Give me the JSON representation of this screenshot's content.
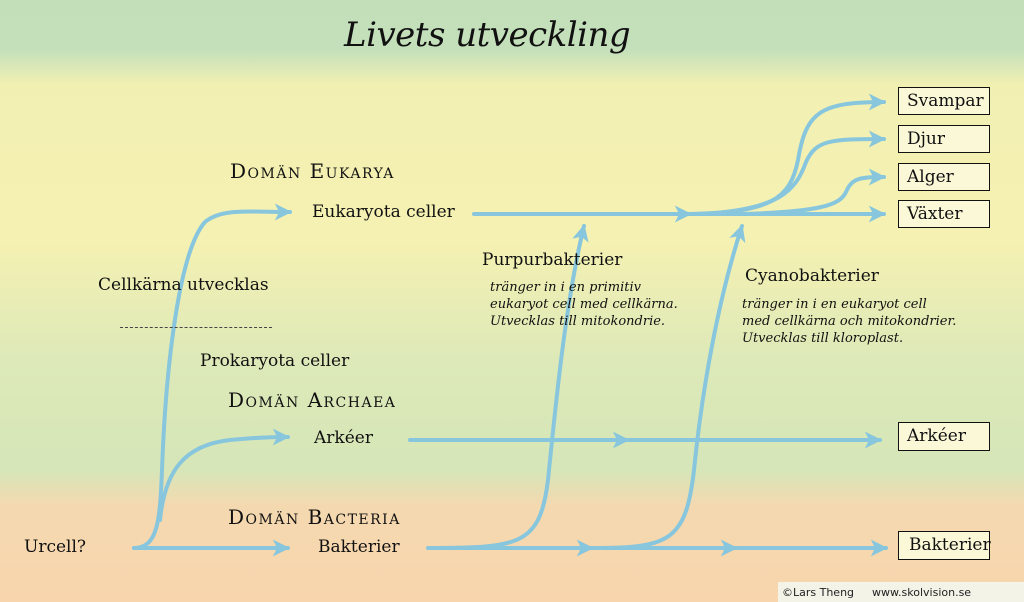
{
  "title": "Livets utveckling",
  "domains": {
    "eukarya": "Domän Eukarya",
    "archaea": "Domän Archaea",
    "bacteria": "Domän Bacteria"
  },
  "labels": {
    "eukaryota": "Eukaryota celler",
    "cellkarna": "Cellkärna utvecklas",
    "prokaryota": "Prokaryota celler",
    "arkeer": "Arkéer",
    "bakterier": "Bakterier",
    "urcell": "Urcell?",
    "purpur": "Purpurbakterier",
    "cyano": "Cyanobakterier"
  },
  "notes": {
    "purpur": [
      "tränger in i en primitiv",
      "eukaryot cell med cellkärna.",
      "Utvecklas till mitokondrie."
    ],
    "cyano": [
      "tränger in i en eukaryot cell",
      "med cellkärna och mitokondrier.",
      "Utvecklas till kloroplast."
    ]
  },
  "boxes": {
    "svampar": "Svampar",
    "djur": "Djur",
    "alger": "Alger",
    "vaxter": "Växter",
    "arkeer": "Arkéer",
    "bakterier": "Bakterier"
  },
  "credit": {
    "author": "©Lars Theng",
    "site": "www.skolvision.se"
  },
  "colors": {
    "arrow": "#87c6dd",
    "box_border": "#111111"
  }
}
